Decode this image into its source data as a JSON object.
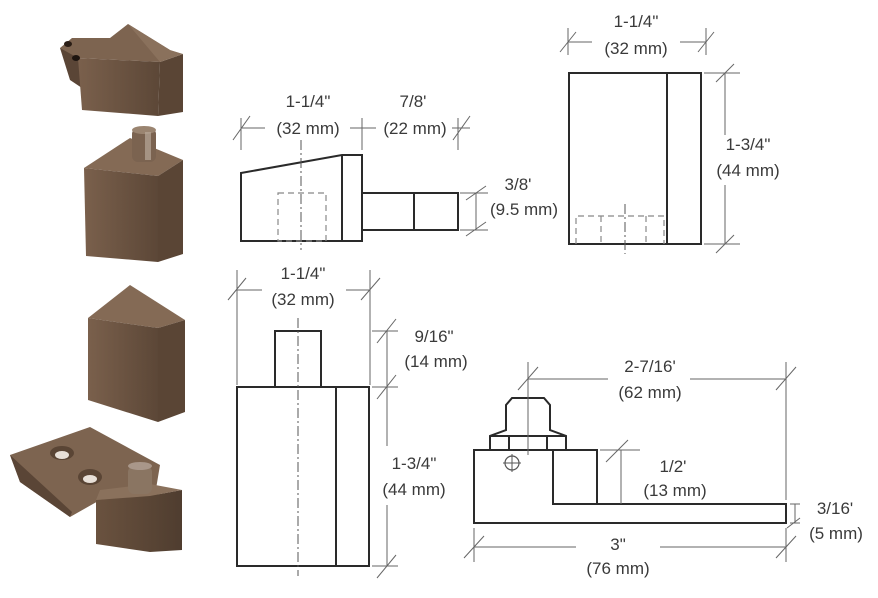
{
  "colors": {
    "bronze": "#6b5442",
    "bronze_dark": "#4e3c2e",
    "bronze_light": "#8a7059",
    "line": "#2a2a2a",
    "dim_line": "#555555"
  },
  "photos": [
    {
      "name": "top-pivot-block-photo"
    },
    {
      "name": "top-pivot-pin-photo"
    },
    {
      "name": "bottom-pivot-block-photo"
    },
    {
      "name": "bottom-pivot-plate-photo"
    }
  ],
  "drawing1": {
    "width_in": "1-1/4\"",
    "width_mm": "(32 mm)",
    "arm_in": "7/8'",
    "arm_mm": "(22 mm)",
    "arm_h_in": "3/8'",
    "arm_h_mm": "(9.5 mm)"
  },
  "drawing2": {
    "width_in": "1-1/4\"",
    "width_mm": "(32 mm)",
    "height_in": "1-3/4\"",
    "height_mm": "(44 mm)"
  },
  "drawing3": {
    "width_in": "1-1/4\"",
    "width_mm": "(32 mm)",
    "pin_in": "9/16\"",
    "pin_mm": "(14 mm)",
    "height_in": "1-3/4\"",
    "height_mm": "(44 mm)"
  },
  "drawing4": {
    "offset_in": "2-7/16'",
    "offset_mm": "(62 mm)",
    "block_in": "1/2'",
    "block_mm": "(13 mm)",
    "plate_in": "3/16'",
    "plate_mm": "(5 mm)",
    "length_in": "3\"",
    "length_mm": "(76 mm)"
  }
}
